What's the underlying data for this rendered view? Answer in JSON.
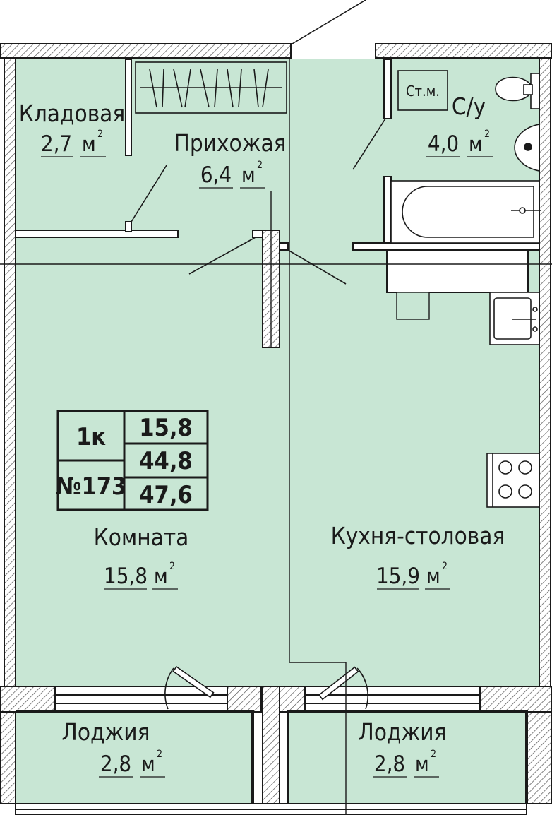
{
  "rooms": {
    "storage": {
      "name": "Кладовая",
      "area": "2,7"
    },
    "hall": {
      "name": "Прихожая",
      "area": "6,4"
    },
    "bathroom": {
      "name": "С/у",
      "area": "4,0"
    },
    "room": {
      "name": "Комната",
      "area": "15,8"
    },
    "kitchen": {
      "name": "Кухня-столовая",
      "area": "15,9"
    },
    "loggia_left": {
      "name": "Лоджия",
      "area": "2,8"
    },
    "loggia_right": {
      "name": "Лоджия",
      "area": "2,8"
    }
  },
  "unit_label": "м",
  "unit_power": "2",
  "washer_label": "Ст.м.",
  "info_table": {
    "type": "1к",
    "number": "№173",
    "living_area": "15,8",
    "total_area": "44,8",
    "total_with_loggia": "47,6"
  },
  "colors": {
    "floor": "#c8e6d4",
    "wall": "#1a1a1a",
    "hatch": "#555555"
  }
}
